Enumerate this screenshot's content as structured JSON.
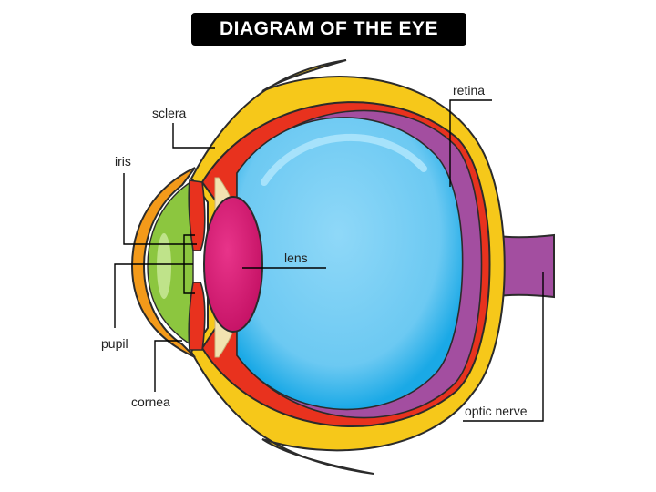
{
  "title": "DIAGRAM OF THE EYE",
  "labels": {
    "sclera": "sclera",
    "retina": "retina",
    "iris": "iris",
    "lens": "lens",
    "pupil": "pupil",
    "cornea": "cornea",
    "optic_nerve": "optic nerve"
  },
  "colors": {
    "sclera": "#f6c81a",
    "choroid": "#e8321e",
    "retina": "#a34ea0",
    "vitreous": "#1aa9e6",
    "vitreous_light": "#7fd0f5",
    "lens": "#d4156e",
    "cornea": "#f39a1a",
    "aqueous": "#8cc63f",
    "ciliary": "#f2e3b0",
    "outline": "#2b2b2b"
  }
}
